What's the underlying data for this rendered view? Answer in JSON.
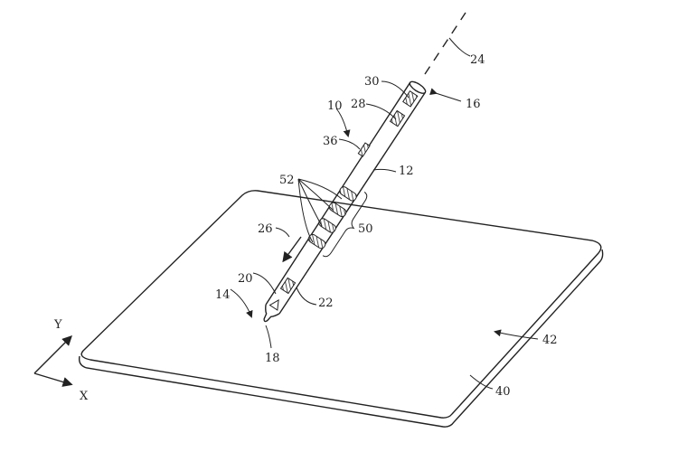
{
  "figure": {
    "labels": {
      "axis": "24",
      "cap_component": "30",
      "end": "16",
      "component_28": "28",
      "stylus": "10",
      "button": "36",
      "body": "12",
      "electrodes": "52",
      "electrode_region": "50",
      "direction": "26",
      "tip_component": "20",
      "tip_region": "14",
      "component_22": "22",
      "tip": "18",
      "surface": "42",
      "tablet": "40",
      "y_axis": "Y",
      "x_axis": "X"
    }
  }
}
